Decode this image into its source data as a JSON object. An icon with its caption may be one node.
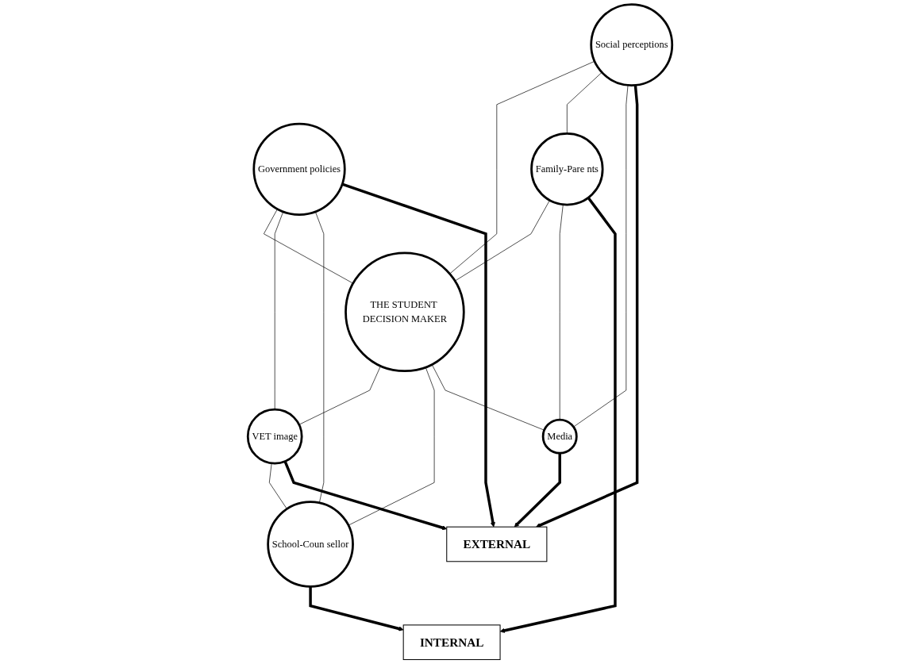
{
  "diagram": {
    "nodes": [
      {
        "text": [
          "Government policies"
        ]
      },
      {
        "text": [
          "Social perceptions"
        ]
      },
      {
        "text": [
          "Family-Pare nts"
        ]
      },
      {
        "text": [
          "EXTERNAL"
        ]
      },
      {
        "text": [
          "THE STUDENT DECISION MAKER"
        ]
      },
      {
        "text": [
          "INTERNAL"
        ]
      },
      {
        "text": [
          "VET image"
        ]
      },
      {
        "text": [
          "School-Coun sellor"
        ]
      },
      {
        "text": [
          "Media"
        ]
      }
    ],
    "edges": [
      {
        "from": 0,
        "to": 4,
        "arrow": "none"
      },
      {
        "from": 1,
        "to": 4,
        "arrow": "none"
      },
      {
        "from": 2,
        "to": 4,
        "arrow": "none"
      },
      {
        "from": 4,
        "to": 6,
        "arrow": "none"
      },
      {
        "from": 4,
        "to": 7,
        "arrow": "none"
      },
      {
        "from": 4,
        "to": 8,
        "arrow": "none"
      },
      {
        "from": 0,
        "to": 6,
        "arrow": "none"
      },
      {
        "from": 0,
        "to": 7,
        "arrow": "none"
      },
      {
        "from": 6,
        "to": 7,
        "arrow": "none"
      },
      {
        "from": 1,
        "to": 2,
        "arrow": "none"
      },
      {
        "from": 1,
        "to": 8,
        "arrow": "none"
      },
      {
        "from": 2,
        "to": 8,
        "arrow": "none"
      },
      {
        "from": 0,
        "to": 3,
        "arrow": "to",
        "style": "thick"
      },
      {
        "from": 1,
        "to": 3,
        "arrow": "to",
        "style": "thick"
      },
      {
        "from": 6,
        "to": 3,
        "arrow": "to",
        "style": "thick"
      },
      {
        "from": 8,
        "to": 3,
        "arrow": "to",
        "style": "thick"
      },
      {
        "from": 2,
        "to": 5,
        "arrow": "to",
        "style": "thick"
      },
      {
        "from": 7,
        "to": 5,
        "arrow": "to",
        "style": "thick"
      }
    ]
  }
}
